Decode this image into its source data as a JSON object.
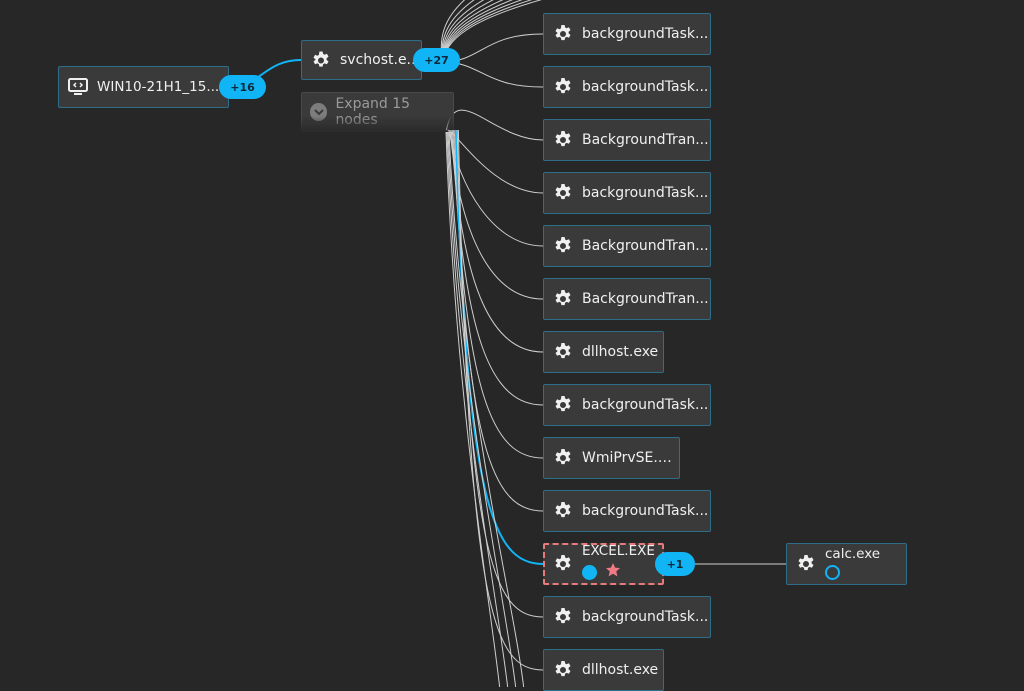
{
  "host_node": {
    "label": "WIN10-21H1_15...",
    "badge": "+16",
    "icon": "monitor-code-icon"
  },
  "parent_node": {
    "label": "svchost.exe",
    "badge": "+27",
    "icon": "gear-icon"
  },
  "expand_node": {
    "label": "Expand 15 nodes",
    "icon": "chevron-down-icon"
  },
  "children": [
    {
      "label": "backgroundTask..."
    },
    {
      "label": "backgroundTask..."
    },
    {
      "label": "BackgroundTran..."
    },
    {
      "label": "backgroundTask..."
    },
    {
      "label": "BackgroundTran..."
    },
    {
      "label": "BackgroundTran..."
    },
    {
      "label": "dllhost.exe"
    },
    {
      "label": "backgroundTask..."
    },
    {
      "label": "WmiPrvSE.exe"
    },
    {
      "label": "backgroundTask..."
    },
    {
      "label": "EXCEL.EXE",
      "selected": true,
      "badge": "+1"
    },
    {
      "label": "backgroundTask..."
    },
    {
      "label": "dllhost.exe"
    }
  ],
  "excel_child": {
    "label": "calc.exe"
  },
  "colors": {
    "background": "#272727",
    "node_fill": "#3a3a3a",
    "node_border": "#2f6d89",
    "accent": "#11b4f5",
    "selected_border": "#e77a7a",
    "star": "#f07b85",
    "edge": "#cfcfcf"
  }
}
